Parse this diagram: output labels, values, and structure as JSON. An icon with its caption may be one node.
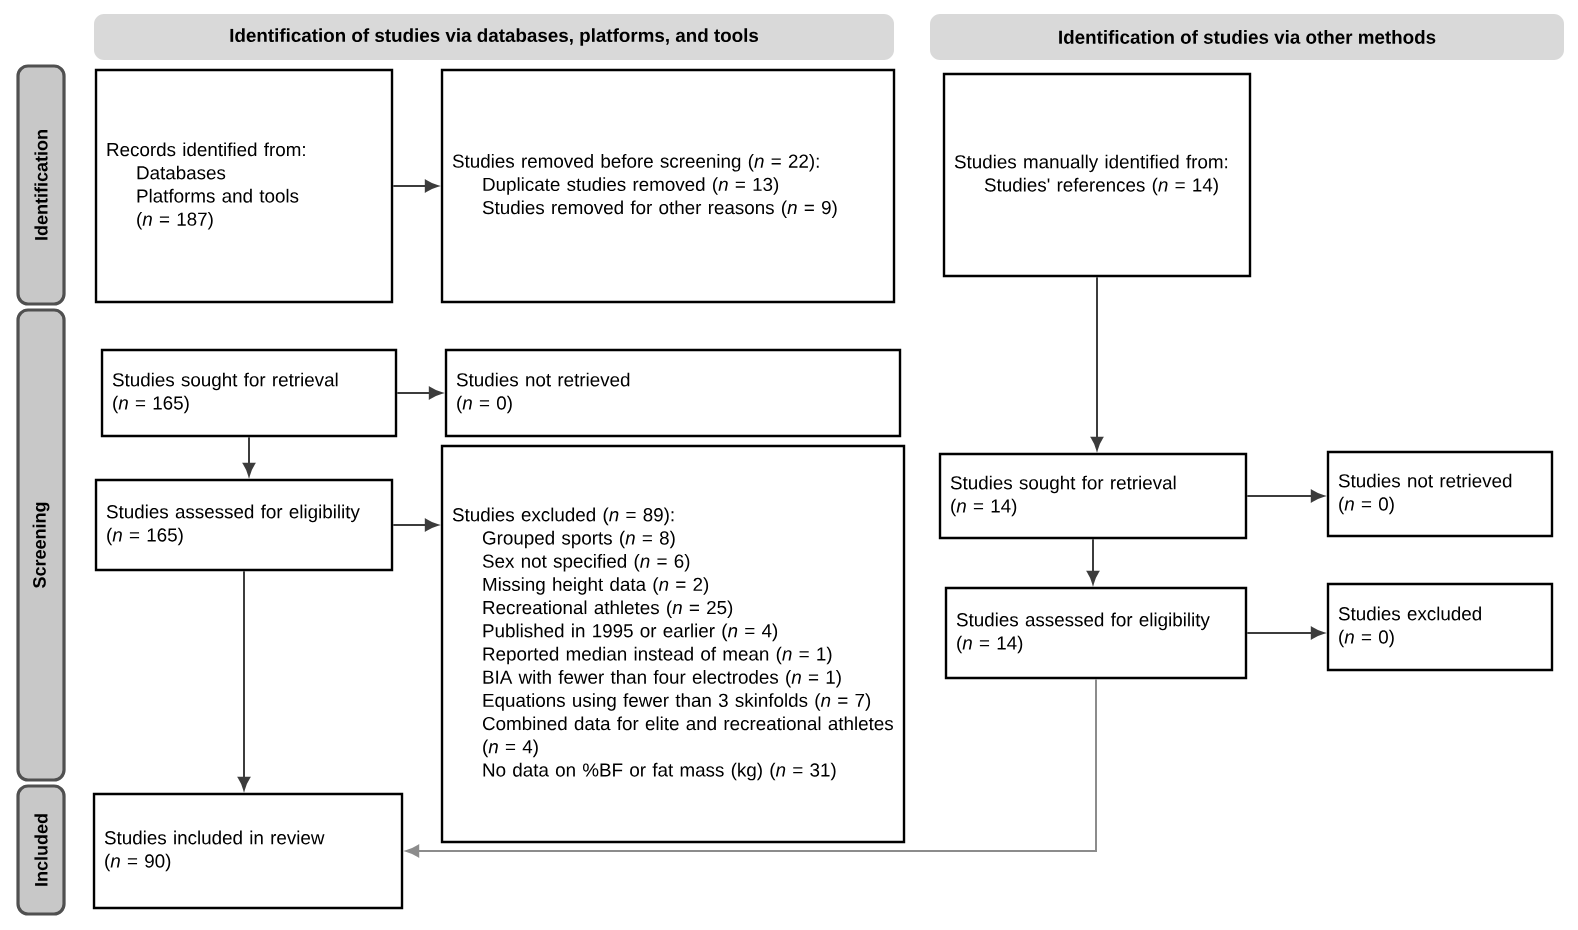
{
  "diagram": {
    "nodes": [
      {
        "text": [
          "Identification of studies via databases, platforms, and tools"
        ]
      },
      {
        "text": [
          "Identification of studies via other methods"
        ]
      },
      {
        "text": [
          "Identification"
        ]
      },
      {
        "text": [
          "Screening"
        ]
      },
      {
        "text": [
          "Included"
        ]
      },
      {
        "text": [
          "Records identified from:",
          "Databases",
          "Platforms and tools",
          "(*n* = 187)"
        ]
      },
      {
        "text": [
          "Studies removed before screening (*n* = 22):",
          "Duplicate studies removed (*n* = 13)",
          "Studies removed for other reasons (*n* = 9)"
        ]
      },
      {
        "text": [
          "Studies manually identified from:",
          "Studies' references (*n* = 14)"
        ]
      },
      {
        "text": [
          "Studies sought for retrieval",
          "(*n* = 165)"
        ]
      },
      {
        "text": [
          "Studies not retrieved",
          "(*n* = 0)"
        ]
      },
      {
        "text": [
          "Studies assessed for eligibility",
          "(*n* = 165)"
        ]
      },
      {
        "text": [
          "Studies excluded (*n* = 89):",
          "Grouped sports (*n* = 8)",
          "Sex not specified (*n* = 6)",
          "Missing height data (*n* = 2)",
          "Recreational athletes (*n* = 25)",
          "Published in 1995 or earlier (*n* = 4)",
          "Reported median instead of mean (*n* = 1)",
          "BIA with fewer than four electrodes (*n* = 1)",
          "Equations using fewer than 3 skinfolds (*n* = 7)",
          "Combined data for elite and recreational athletes (*n* = 4)",
          "No data on %BF or fat mass (kg) (*n* = 31)"
        ]
      },
      {
        "text": [
          "Studies sought for retrieval",
          "(*n* = 14)"
        ]
      },
      {
        "text": [
          "Studies not retrieved",
          "(*n* = 0)"
        ]
      },
      {
        "text": [
          "Studies assessed for eligibility",
          "(*n* = 14)"
        ]
      },
      {
        "text": [
          "Studies excluded",
          "(*n* = 0)"
        ]
      },
      {
        "text": [
          "Studies included in review",
          "(*n* = 90)"
        ]
      }
    ],
    "edges": [
      {
        "from": 5,
        "to": 6,
        "arrow": "to"
      },
      {
        "from": 8,
        "to": 9,
        "arrow": "to"
      },
      {
        "from": 8,
        "to": 10,
        "arrow": "to"
      },
      {
        "from": 10,
        "to": 11,
        "arrow": "to"
      },
      {
        "from": 10,
        "to": 16,
        "arrow": "to"
      },
      {
        "from": 7,
        "to": 12,
        "arrow": "to"
      },
      {
        "from": 12,
        "to": 13,
        "arrow": "to"
      },
      {
        "from": 12,
        "to": 14,
        "arrow": "to"
      },
      {
        "from": 14,
        "to": 15,
        "arrow": "to"
      },
      {
        "from": 14,
        "to": 16,
        "arrow": "to",
        "color": "#8c8c8c"
      }
    ]
  }
}
